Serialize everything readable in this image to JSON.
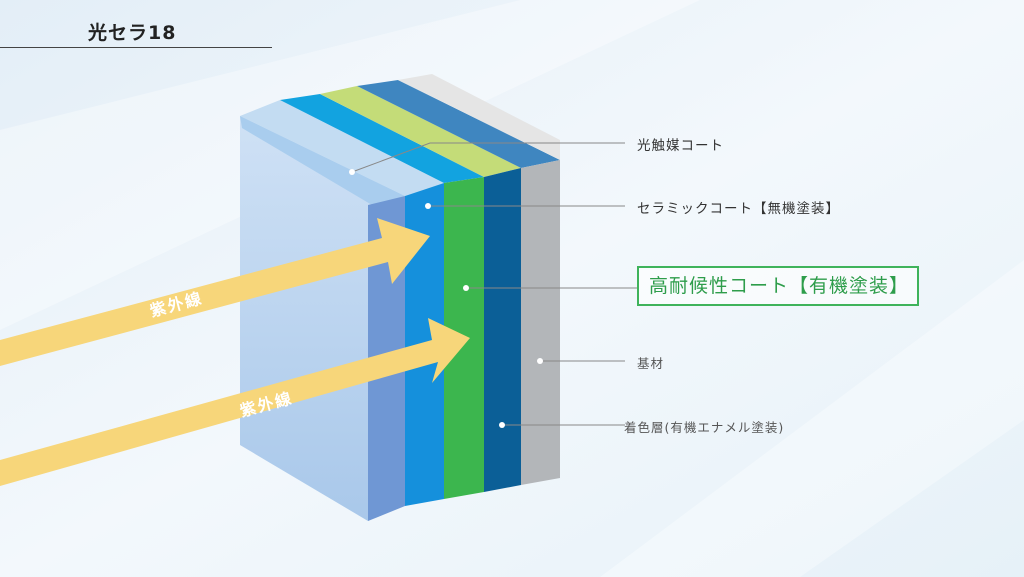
{
  "header": {
    "title": "光セラ18"
  },
  "layers": {
    "photocatalyst": "光触媒コート",
    "ceramic": "セラミックコート【無機塗装】",
    "weather": "高耐候性コート【有機塗装】",
    "base": "基材",
    "color": "着色層(有機エナメル塗装)"
  },
  "uv": {
    "label_top": "紫外線",
    "label_bottom": "紫外線"
  },
  "colors": {
    "photocatalyst_layer": "#aacdee",
    "ceramic_layer": "#12a3e0",
    "weather_layer": "#3cb64e",
    "color_layer": "#0b5f97",
    "base_layer": "#b3b6b9",
    "highlight": "#3fb35b",
    "uv_arrow": "#f7d67a"
  }
}
